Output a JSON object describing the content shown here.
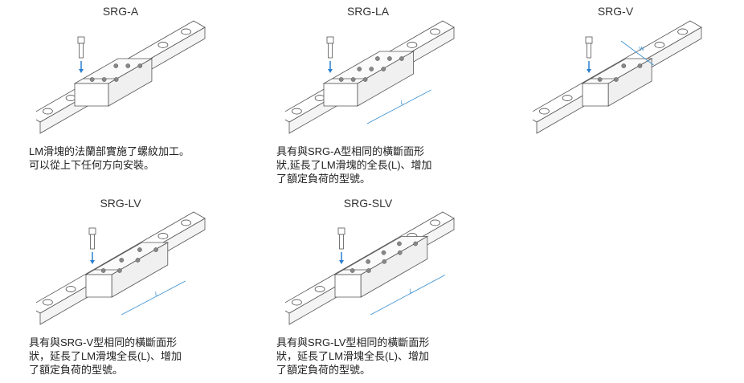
{
  "products": [
    {
      "name": "SRG-A",
      "desc": [
        "LM滑塊的法蘭部實施了螺紋加工。",
        "可以從上下任何方向安裝。"
      ],
      "dimension_label": "",
      "variant": "flange"
    },
    {
      "name": "SRG-LA",
      "desc": [
        "具有與SRG-A型相同的橫斷面形",
        "狀,延長了LM滑塊的全長(L)、增加",
        "了額定負荷的型號。"
      ],
      "dimension_label": "L",
      "variant": "flange-long"
    },
    {
      "name": "SRG-V",
      "desc": [],
      "dimension_label": "W",
      "variant": "narrow"
    },
    {
      "name": "SRG-LV",
      "desc": [
        "具有與SRG-V型相同的橫斷面形",
        "狀，延長了LM滑塊全長(L)、增加",
        "了額定負荷的型號。"
      ],
      "dimension_label": "L",
      "variant": "narrow-long"
    },
    {
      "name": "SRG-SLV",
      "desc": [
        "具有與SRG-LV型相同的橫斷面形",
        "狀，延長了LM滑塊全長(L)、增加",
        "了額定負荷的型號。"
      ],
      "dimension_label": "L",
      "variant": "narrow-xlong"
    }
  ],
  "colors": {
    "line": "#555555",
    "dimension": "#3a8fd0",
    "arrow": "#2a7fd0"
  }
}
